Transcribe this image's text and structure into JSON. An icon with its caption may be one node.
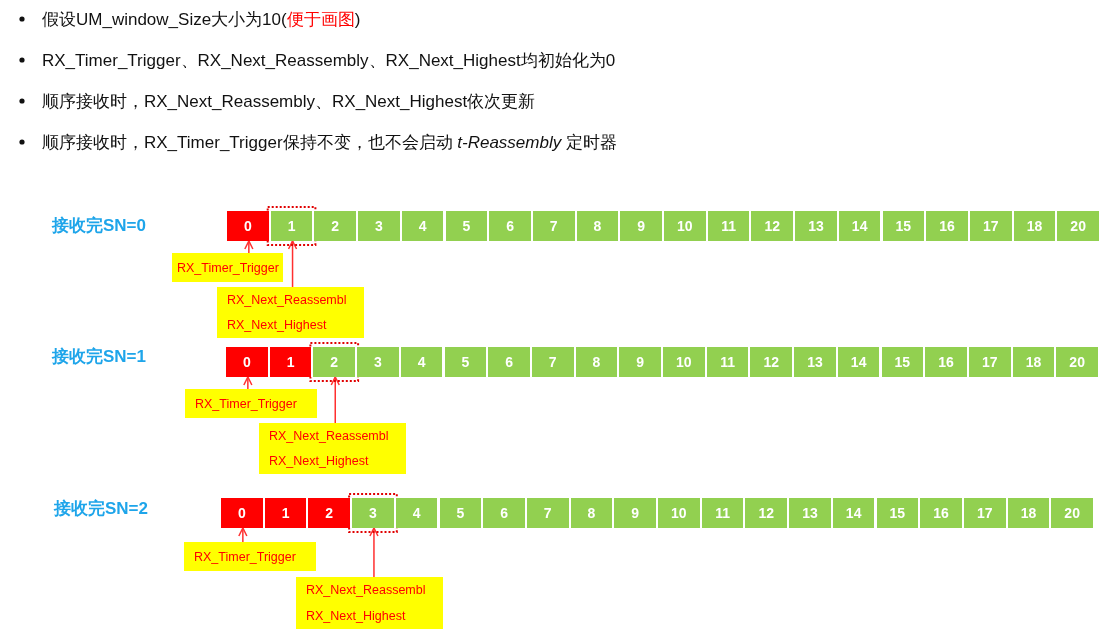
{
  "diagram": {
    "nodes": [
      {
        "text": [
          "0"
        ]
      },
      {
        "text": [
          "1"
        ]
      },
      {
        "text": [
          "2"
        ]
      },
      {
        "text": [
          "3"
        ]
      },
      {
        "text": [
          "4"
        ]
      },
      {
        "text": [
          "5"
        ]
      },
      {
        "text": [
          "6"
        ]
      },
      {
        "text": [
          "7"
        ]
      },
      {
        "text": [
          "8"
        ]
      },
      {
        "text": [
          "9"
        ]
      },
      {
        "text": [
          "10"
        ]
      },
      {
        "text": [
          "11"
        ]
      },
      {
        "text": [
          "12"
        ]
      },
      {
        "text": [
          "13"
        ]
      },
      {
        "text": [
          "14"
        ]
      },
      {
        "text": [
          "15"
        ]
      },
      {
        "text": [
          "16"
        ]
      },
      {
        "text": [
          "17"
        ]
      },
      {
        "text": [
          "18"
        ]
      },
      {
        "text": [
          "20"
        ]
      },
      {
        "text": [
          "RX_Timer_Trigger"
        ]
      },
      {
        "text": [
          "RX_Next_Reassembl",
          "RX_Next_Highest"
        ]
      },
      {
        "text": [
          "0"
        ]
      },
      {
        "text": [
          "1"
        ]
      },
      {
        "text": [
          "2"
        ]
      },
      {
        "text": [
          "3"
        ]
      },
      {
        "text": [
          "4"
        ]
      },
      {
        "text": [
          "5"
        ]
      },
      {
        "text": [
          "6"
        ]
      },
      {
        "text": [
          "7"
        ]
      },
      {
        "text": [
          "8"
        ]
      },
      {
        "text": [
          "9"
        ]
      },
      {
        "text": [
          "10"
        ]
      },
      {
        "text": [
          "11"
        ]
      },
      {
        "text": [
          "12"
        ]
      },
      {
        "text": [
          "13"
        ]
      },
      {
        "text": [
          "14"
        ]
      },
      {
        "text": [
          "15"
        ]
      },
      {
        "text": [
          "16"
        ]
      },
      {
        "text": [
          "17"
        ]
      },
      {
        "text": [
          "18"
        ]
      },
      {
        "text": [
          "20"
        ]
      },
      {
        "text": [
          "RX_Timer_Trigger"
        ]
      },
      {
        "text": [
          "RX_Next_Reassembl",
          "RX_Next_Highest"
        ]
      },
      {
        "text": [
          "0"
        ]
      },
      {
        "text": [
          "1"
        ]
      },
      {
        "text": [
          "2"
        ]
      },
      {
        "text": [
          "3"
        ]
      },
      {
        "text": [
          "4"
        ]
      },
      {
        "text": [
          "5"
        ]
      },
      {
        "text": [
          "6"
        ]
      },
      {
        "text": [
          "7"
        ]
      },
      {
        "text": [
          "8"
        ]
      },
      {
        "text": [
          "9"
        ]
      },
      {
        "text": [
          "10"
        ]
      },
      {
        "text": [
          "11"
        ]
      },
      {
        "text": [
          "12"
        ]
      },
      {
        "text": [
          "13"
        ]
      },
      {
        "text": [
          "14"
        ]
      },
      {
        "text": [
          "15"
        ]
      },
      {
        "text": [
          "16"
        ]
      },
      {
        "text": [
          "17"
        ]
      },
      {
        "text": [
          "18"
        ]
      },
      {
        "text": [
          "20"
        ]
      },
      {
        "text": [
          "RX_Timer_Trigger"
        ]
      },
      {
        "text": [
          "RX_Next_Reassembl",
          "RX_Next_Highest"
        ]
      }
    ],
    "edges": [
      {
        "from": 20,
        "to": 0,
        "arrow": "to"
      },
      {
        "from": 21,
        "to": 1,
        "arrow": "to"
      },
      {
        "from": 42,
        "to": 22,
        "arrow": "to"
      },
      {
        "from": 43,
        "to": 24,
        "arrow": "to"
      },
      {
        "from": 64,
        "to": 44,
        "arrow": "to"
      },
      {
        "from": 65,
        "to": 47,
        "arrow": "to"
      }
    ],
    "labels": [
      "假设UM_window_Size大小为10(",
      "便于画图",
      ")",
      "RX_Timer_Trigger、RX_Next_Reassembly、RX_Next_Highest均初始化为0",
      "顺序接收时，RX_Next_Reassembly、RX_Next_Highest依次更新",
      "顺序接收时，RX_Timer_Trigger保持不变，也不会启动 *t-Reassembly* 定时器",
      "接收完SN=0",
      "接收完SN=1",
      "接收完SN=2"
    ]
  }
}
